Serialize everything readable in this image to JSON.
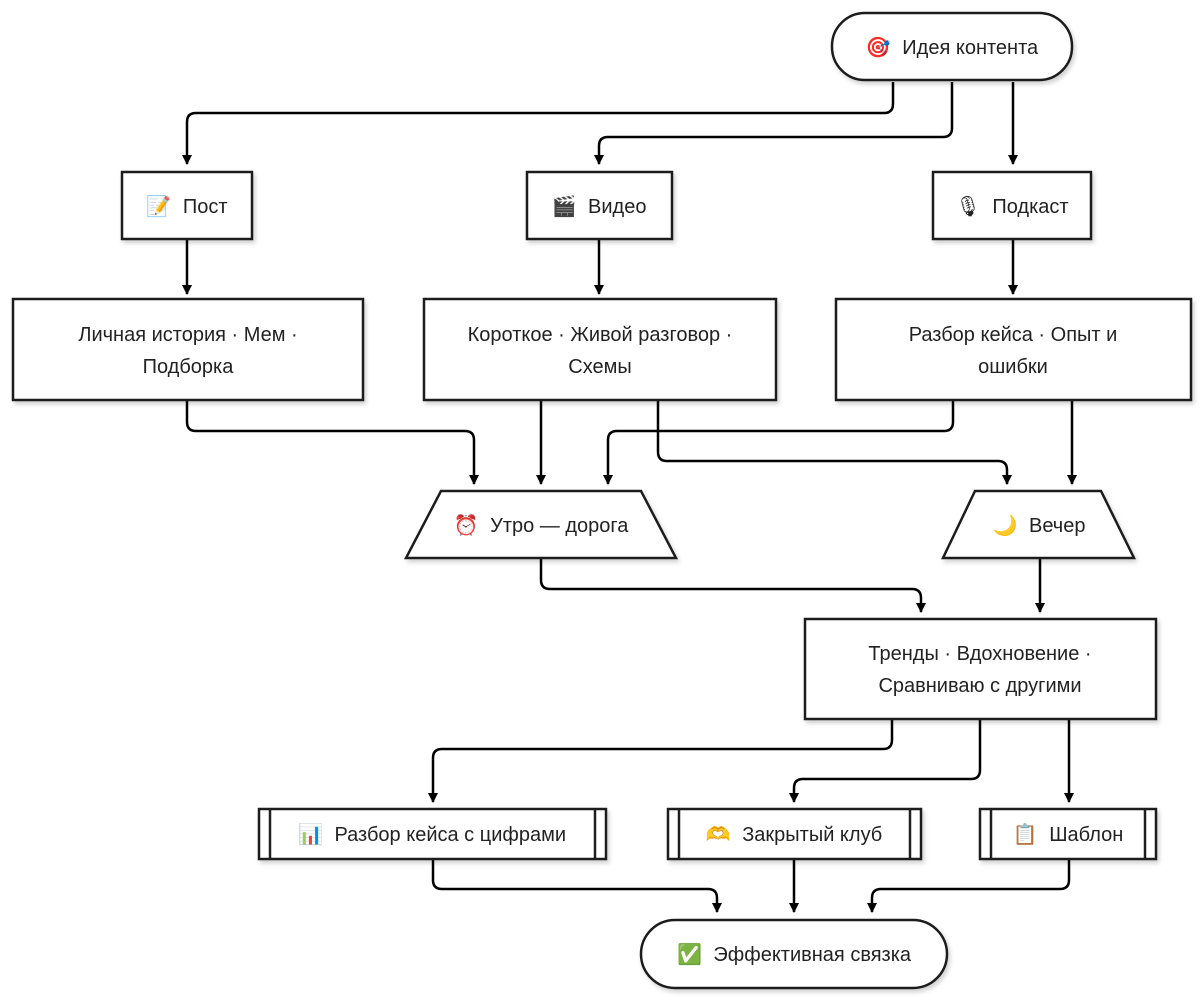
{
  "nodes": {
    "idea": {
      "icon": "🎯",
      "icon_name": "target-icon",
      "label": "Идея контента"
    },
    "post": {
      "icon": "📝",
      "icon_name": "memo-icon",
      "label": "Пост"
    },
    "video": {
      "icon": "🎬",
      "icon_name": "clapperboard-icon",
      "label": "Видео"
    },
    "podcast": {
      "icon": "🎙",
      "icon_name": "microphone-icon",
      "label": "Подкаст"
    },
    "post_formats": {
      "line1": "Личная история · Мем ·",
      "line2": "Подборка"
    },
    "video_formats": {
      "line1": "Короткое · Живой разговор ·",
      "line2": "Схемы"
    },
    "podcast_formats": {
      "line1": "Разбор кейса · Опыт и",
      "line2": "ошибки"
    },
    "morning": {
      "icon": "⏰",
      "icon_name": "alarm-clock-icon",
      "label": "Утро — дорога"
    },
    "evening": {
      "icon": "🌙",
      "icon_name": "crescent-moon-icon",
      "label": "Вечер"
    },
    "motives": {
      "line1": "Тренды · Вдохновение ·",
      "line2": "Сравниваю с другими"
    },
    "case": {
      "icon": "📊",
      "icon_name": "bar-chart-icon",
      "label": "Разбор кейса с цифрами"
    },
    "club": {
      "icon": "🫶",
      "icon_name": "heart-hands-icon",
      "label": "Закрытый клуб"
    },
    "template": {
      "icon": "📋",
      "icon_name": "clipboard-icon",
      "label": "Шаблон"
    },
    "result": {
      "icon": "✅",
      "icon_name": "check-mark-icon",
      "label": "Эффективная связка"
    }
  },
  "colors": {
    "stroke": "#1f1f1f",
    "edge": "#000000",
    "text": "#222222",
    "check": "#3cb34a"
  }
}
